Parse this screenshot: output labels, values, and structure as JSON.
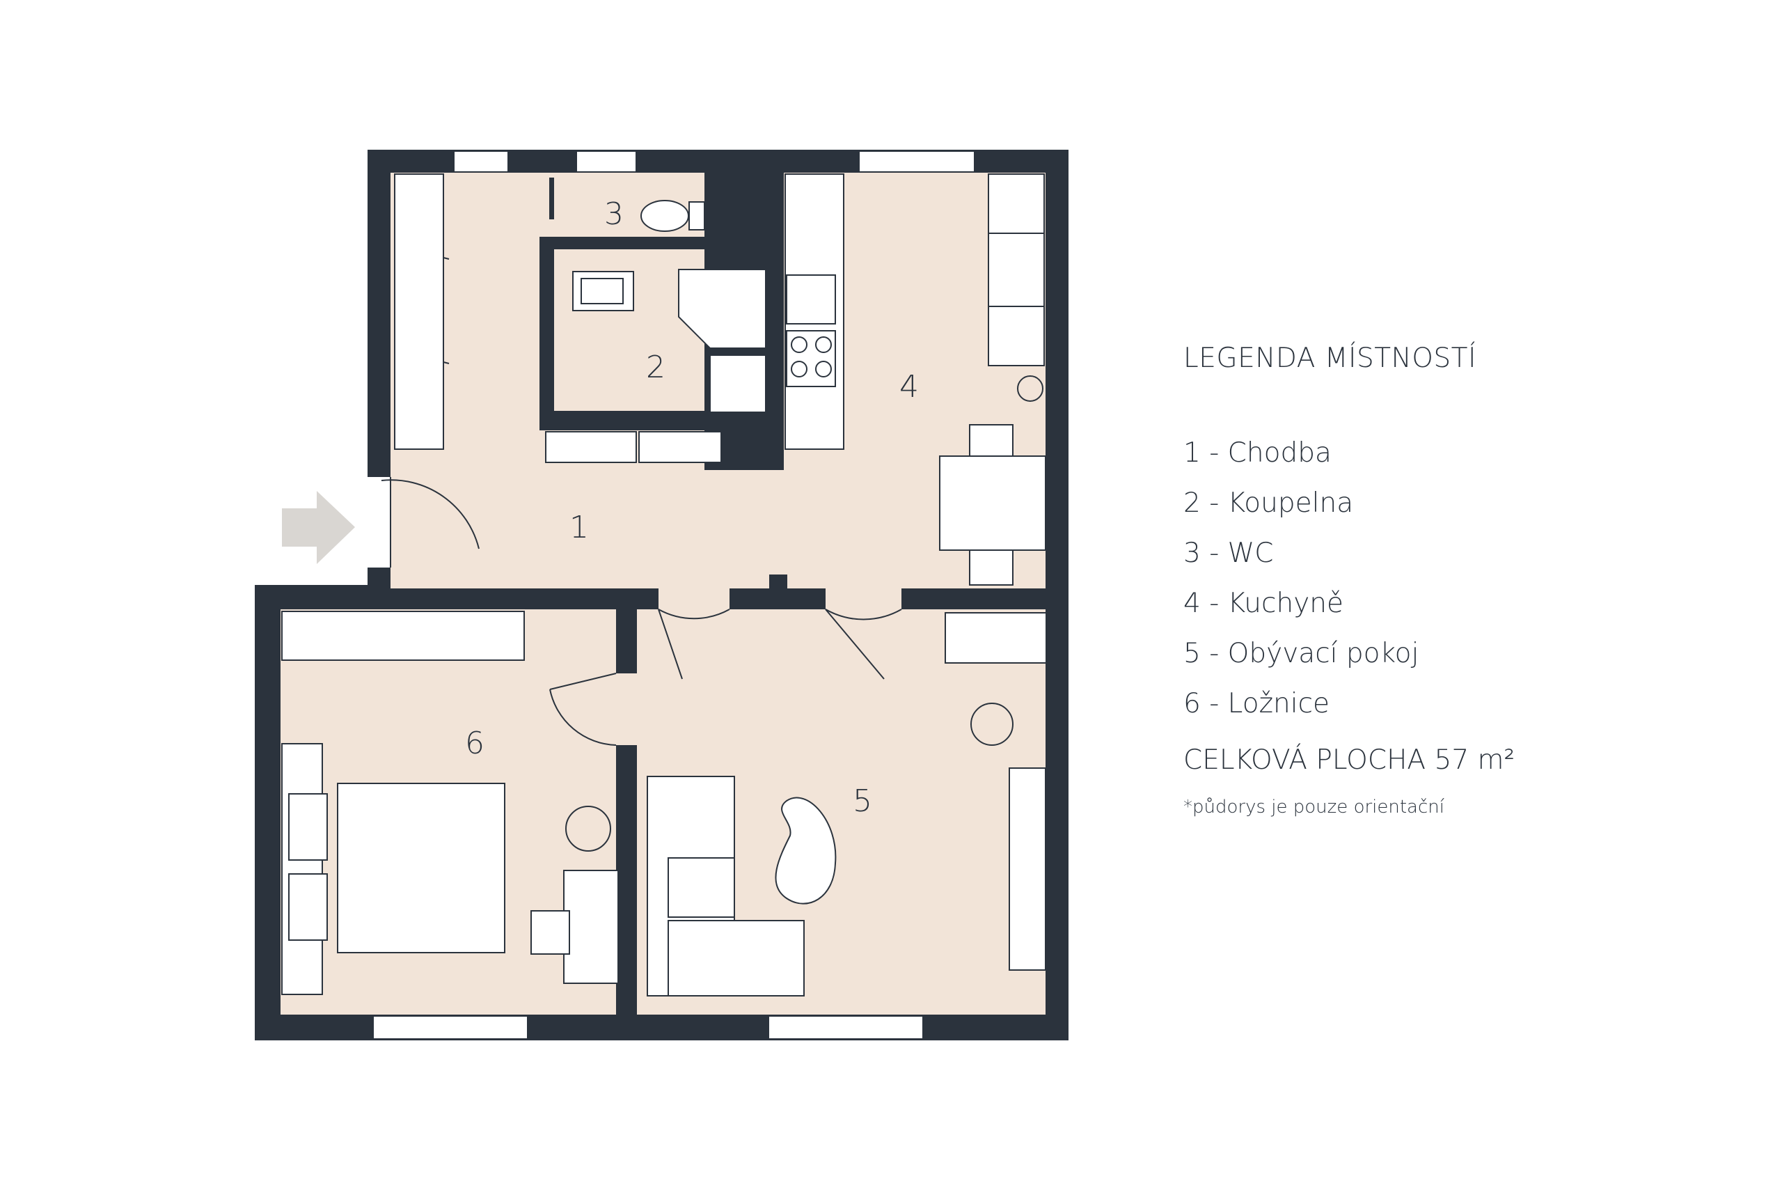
{
  "colors": {
    "wall": "#2b333d",
    "floor": "#f2e4d8",
    "furniture": "#ffffff",
    "line": "#2b333d",
    "arrow": "#d9d6d2"
  },
  "icons": {
    "entrance": "entrance-arrow-icon",
    "plant": "plant-icon"
  },
  "rooms": [
    {
      "number": "1"
    },
    {
      "number": "2"
    },
    {
      "number": "3"
    },
    {
      "number": "4"
    },
    {
      "number": "5"
    },
    {
      "number": "6"
    }
  ],
  "legend": {
    "title": "LEGENDA MÍSTNOSTÍ",
    "items": [
      "1 - Chodba",
      "2 - Koupelna",
      "3 - WC",
      "4 - Kuchyně",
      "5 - Obývací pokoj",
      "6 - Ložnice"
    ],
    "total_area": "CELKOVÁ PLOCHA 57 m²",
    "note": "*půdorys je pouze orientační"
  }
}
